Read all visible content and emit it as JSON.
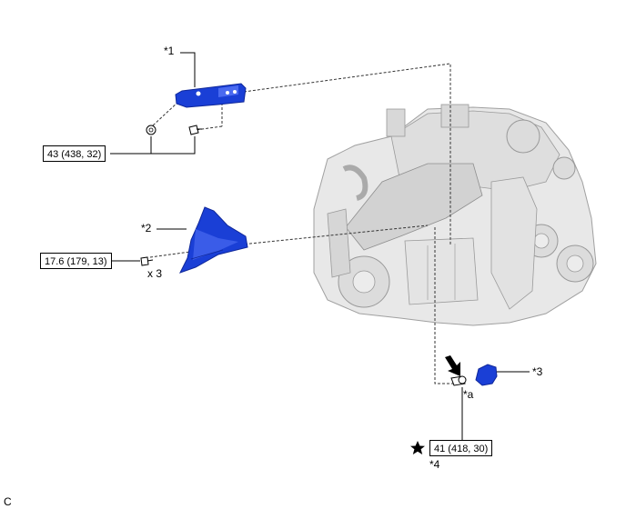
{
  "callouts": {
    "part1": "*1",
    "part2": "*2",
    "part3": "*3",
    "part4": "*4",
    "mark_a": "*a"
  },
  "torques": {
    "t1": "43 (438, 32)",
    "t2": "17.6 (179, 13)",
    "t3": "41 (418, 30)"
  },
  "quantity_label": "x 3",
  "figure_code": "C",
  "colors": {
    "part_fill": "#1a3fd6",
    "part_dark": "#0f2799",
    "engine_fill": "#e6e6e6",
    "engine_line": "#9a9a9a"
  },
  "icons": [
    "star-icon",
    "arrow-icon",
    "bolt-icon",
    "nut-icon"
  ]
}
